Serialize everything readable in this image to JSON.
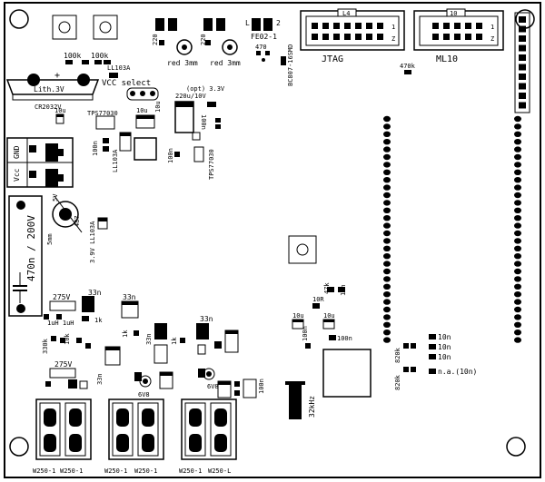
{
  "board": {
    "labels": {
      "r100k_a": "100k",
      "r100k_b": "100k",
      "led1_label": "red 3mm",
      "led2_label": "red 3mm",
      "r220_a": "220",
      "r220_b": "220",
      "r470_a": "470",
      "fe_label": "FE02-1",
      "l_letter": "L",
      "two_letter": "2",
      "conn_label": "BC807-16SMD",
      "jtag_title": "JTAG",
      "ml10_title": "ML10",
      "r470k": "470k",
      "l4": "L4",
      "l0": "10",
      "bat_lith": "Lith.3V",
      "bat_cr": "CR2032V",
      "vcc_select": "VCC select",
      "ll103a_top": "LL103A",
      "tps_a": "TPS77030",
      "opt_33v": "(opt) 3.3V",
      "cap_220u": "220u/10V",
      "c10u_a": "10u",
      "c10u_b": "10u",
      "c10u_c": "10u",
      "c100n_a": "100n",
      "c100n_b": "100n",
      "c100n_c": "100n",
      "ll103a_side": "LL103A",
      "tps_b": "TPS77030",
      "gnd": "GND",
      "vcc": "Vcc",
      "cap_470n": "470n / 200V",
      "sw_5v": "5V",
      "sw_5mm": "5mm",
      "sw_487": "487",
      "ll103a_3v9": "3.9V LL103A",
      "c275v_a": "275V",
      "c275v_b": "275V",
      "c1uh": "1uH 1uH",
      "c33n_a": "33n",
      "c33n_b": "33n",
      "c33n_c": "33n",
      "c33n_d": "33n",
      "c1k_a": "1k",
      "c1k_b": "1k",
      "c1k_c": "1k",
      "r330k": "330k",
      "r10k": "10k",
      "r10r": "10R",
      "r47k": "47k",
      "c10n_a": "10n",
      "c10n_b": "10n",
      "c10n_c": "10n",
      "c10n_d": "n.a.(10n)",
      "c100n_d": "100n",
      "r820k": "820k",
      "r6v8": "6V8",
      "r100n_e": "100n",
      "xtal": "32kHz",
      "conn1": "W250-1",
      "conn2": "W250-1",
      "conn3": "W250-1",
      "conn4": "W250-1",
      "conn5": "W250-1",
      "conn6": "W250-L",
      "pin_1": "1",
      "pin_z": "Z",
      "pin_1b": "1",
      "pin_zb": "Z"
    }
  }
}
